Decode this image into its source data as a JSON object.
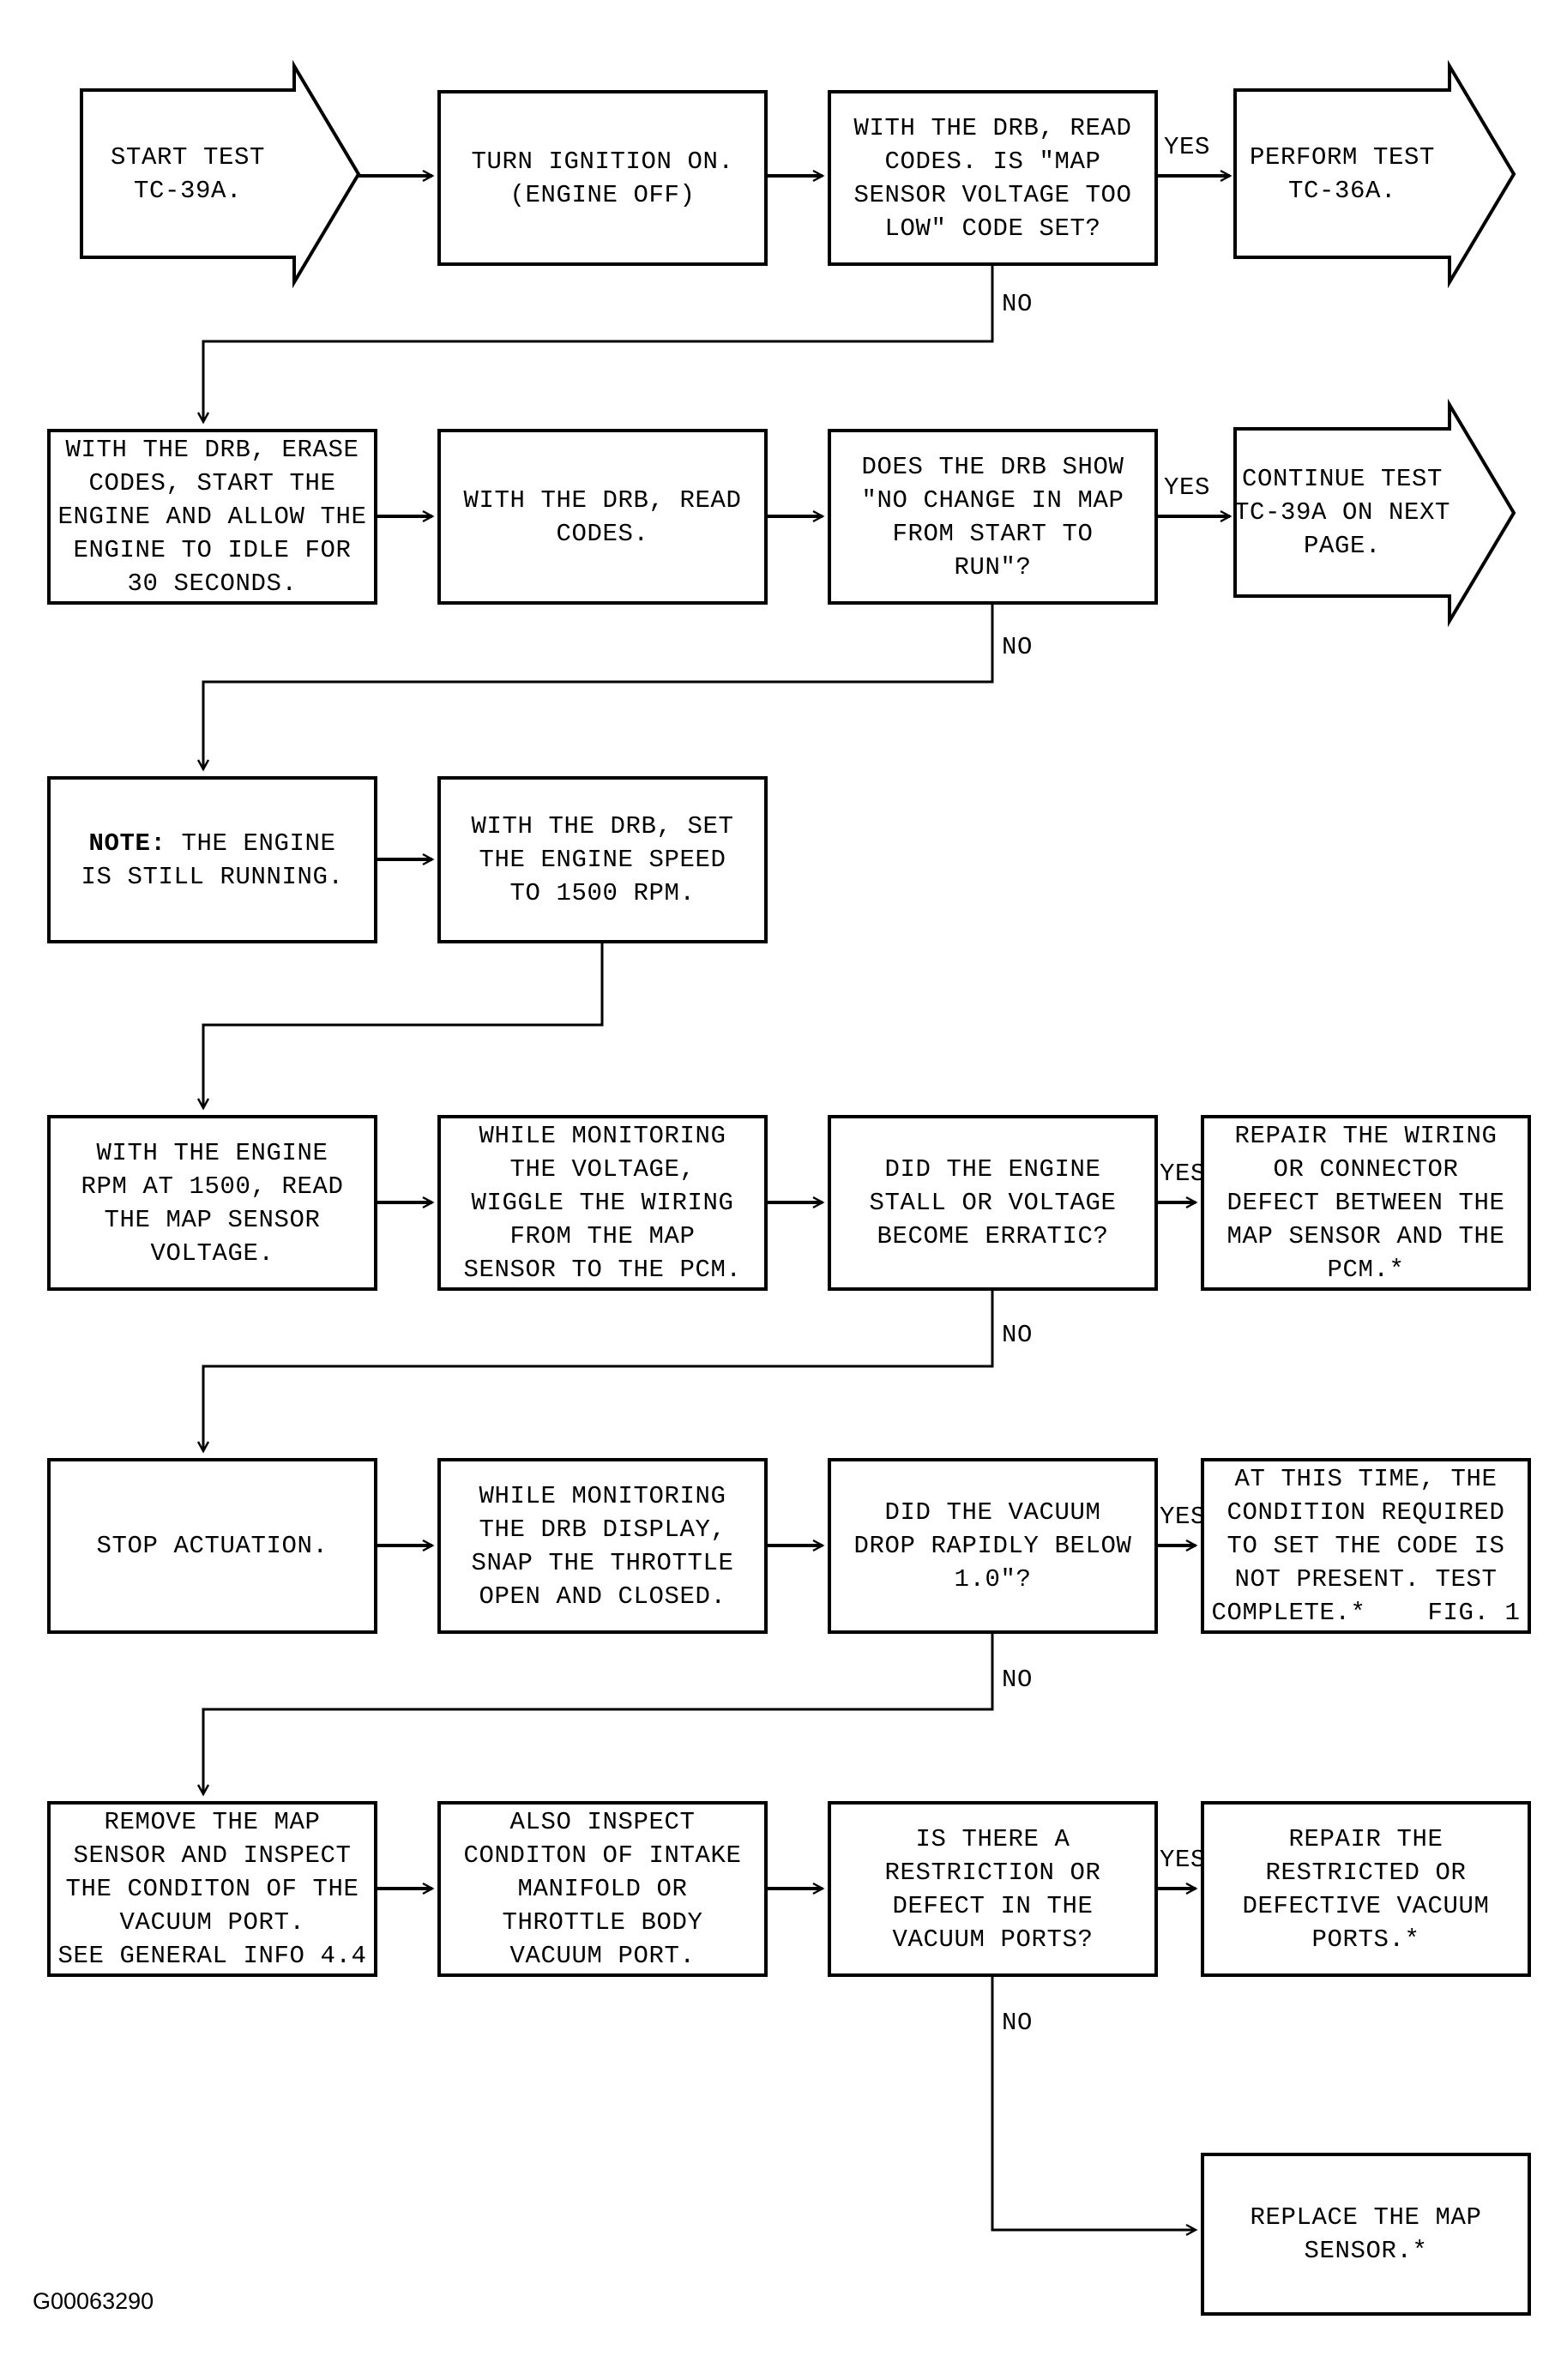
{
  "page": {
    "figure_code": "G00063290"
  },
  "labels": {
    "yes": "YES",
    "no": "NO"
  },
  "nodes": {
    "start": "START TEST\nTC-39A.",
    "turn_ignition": "TURN IGNITION ON.\n(ENGINE OFF)",
    "read_codes_map_low": "WITH THE DRB, READ\nCODES. IS \"MAP\nSENSOR VOLTAGE TOO\nLOW\" CODE SET?",
    "perform_tc36a": "PERFORM TEST\nTC-36A.",
    "erase_codes_idle": "WITH THE DRB, ERASE\nCODES, START THE\nENGINE AND ALLOW THE\nENGINE TO IDLE FOR\n30 SECONDS.",
    "read_codes": "WITH THE DRB, READ\nCODES.",
    "no_change_map": "DOES THE DRB SHOW\n\"NO CHANGE IN MAP\nFROM START TO\nRUN\"?",
    "continue_tc39a": "CONTINUE TEST\nTC-39A ON NEXT\nPAGE.",
    "note_label": "NOTE:",
    "note_text": " THE ENGINE\nIS STILL RUNNING.",
    "set_speed_1500": "WITH THE DRB, SET\nTHE ENGINE SPEED\nTO 1500 RPM.",
    "read_map_voltage": "WITH THE ENGINE\nRPM AT 1500, READ\nTHE MAP SENSOR\nVOLTAGE.",
    "wiggle_wiring": "WHILE MONITORING\nTHE VOLTAGE,\nWIGGLE THE WIRING\nFROM THE MAP\nSENSOR TO THE PCM.",
    "engine_stall": "DID THE ENGINE\nSTALL OR VOLTAGE\nBECOME ERRATIC?",
    "repair_wiring": "REPAIR THE WIRING\nOR CONNECTOR\nDEFECT BETWEEN THE\nMAP SENSOR AND THE\nPCM.*",
    "stop_actuation": "STOP ACTUATION.",
    "snap_throttle": "WHILE MONITORING\nTHE DRB DISPLAY,\nSNAP THE THROTTLE\nOPEN AND CLOSED.",
    "vacuum_drop": "DID THE VACUUM\nDROP RAPIDLY BELOW\n1.0\"?",
    "test_complete": "AT THIS TIME, THE\nCONDITION REQUIRED\nTO SET THE CODE IS\nNOT PRESENT. TEST\nCOMPLETE.*    FIG. 1",
    "remove_map_sensor": "REMOVE THE MAP\nSENSOR AND INSPECT\nTHE CONDITON OF THE\nVACUUM PORT.\nSEE GENERAL INFO 4.4",
    "inspect_manifold": "ALSO INSPECT\nCONDITON OF INTAKE\nMANIFOLD OR\nTHROTTLE BODY\nVACUUM PORT.",
    "restriction": "IS THERE A\nRESTRICTION OR\nDEFECT IN THE\nVACUUM PORTS?",
    "repair_ports": "REPAIR THE\nRESTRICTED OR\nDEFECTIVE VACUUM\nPORTS.*",
    "replace_sensor": "REPLACE THE MAP\nSENSOR.*"
  }
}
